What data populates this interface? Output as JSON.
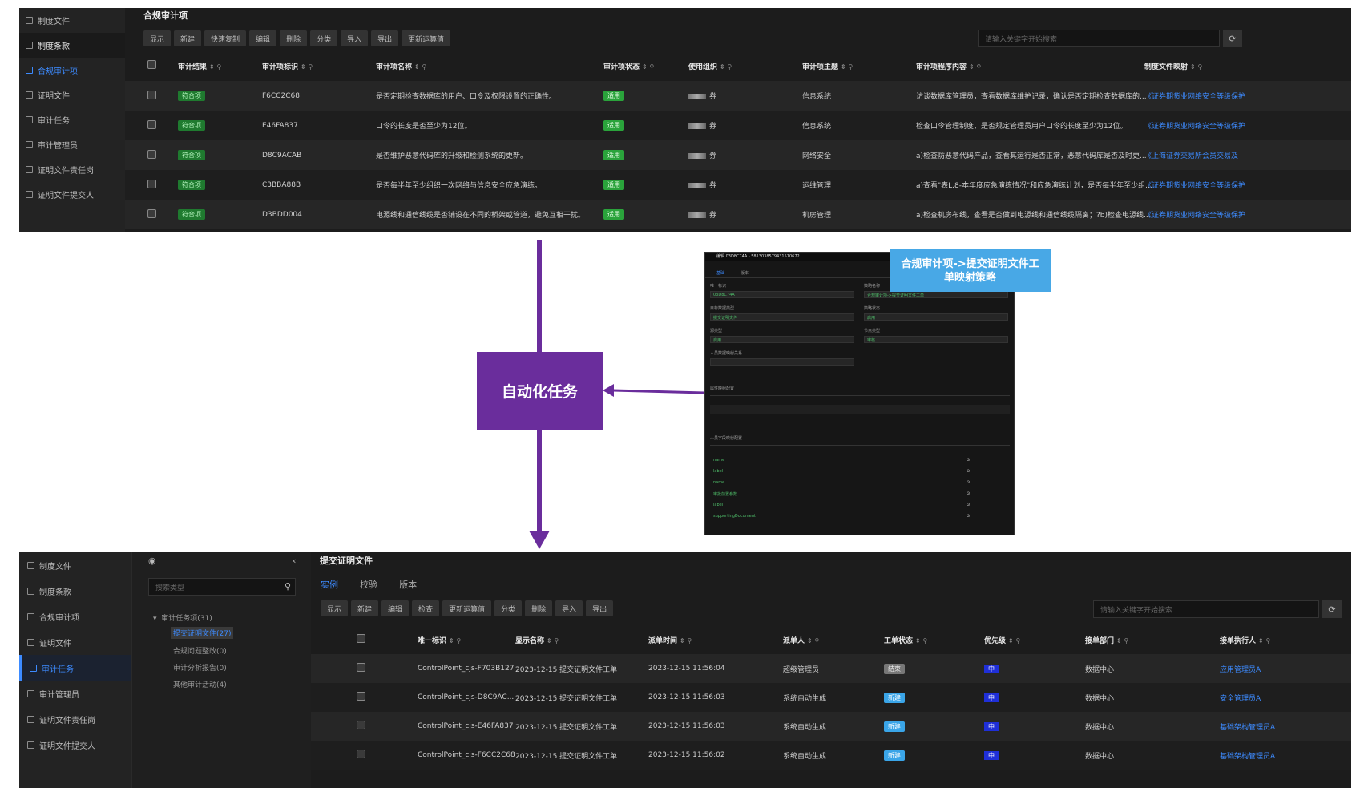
{
  "top": {
    "sidebar": [
      "制度文件",
      "制度条款",
      "合规审计项",
      "证明文件",
      "审计任务",
      "审计管理员",
      "证明文件责任岗",
      "证明文件提交人"
    ],
    "title": "合规审计项",
    "toolbar": [
      "显示",
      "新建",
      "快速复制",
      "编辑",
      "删除",
      "分类",
      "导入",
      "导出",
      "更新运算值"
    ],
    "search_placeholder": "请输入关键字开始搜索",
    "columns": [
      "审计结果",
      "审计项标识",
      "审计项名称",
      "审计项状态",
      "使用组织",
      "审计项主题",
      "审计项程序内容",
      "制度文件映射"
    ],
    "rows": [
      {
        "result": "符合项",
        "id": "F6CC2C68",
        "name": "是否定期检查数据库的用户、口令及权限设置的正确性。",
        "status": "适用",
        "org": "券",
        "topic": "信息系统",
        "content": "访谈数据库管理员，查看数据库维护记录，确认是否定期检查数据库的...",
        "mapping": "《证券期货业网络安全等级保护"
      },
      {
        "result": "符合项",
        "id": "E46FA837",
        "name": "口令的长度是否至少为12位。",
        "status": "适用",
        "org": "券",
        "topic": "信息系统",
        "content": "检查口令管理制度，是否规定管理员用户口令的长度至少为12位。",
        "mapping": "《证券期货业网络安全等级保护"
      },
      {
        "result": "符合项",
        "id": "D8C9ACAB",
        "name": "是否维护恶意代码库的升级和检测系统的更新。",
        "status": "适用",
        "org": "券",
        "topic": "网络安全",
        "content": "a)检查防恶意代码产品，查看其运行是否正常，恶意代码库是否及时更...",
        "mapping": "《上海证券交易所会员交易及"
      },
      {
        "result": "符合项",
        "id": "C3BBA88B",
        "name": "是否每半年至少组织一次网络与信息安全应急演练。",
        "status": "适用",
        "org": "券",
        "topic": "运维管理",
        "content": "a)查看\"表L.8-本年度应急演练情况\"和应急演练计划，是否每半年至少组...",
        "mapping": "《证券期货业网络安全等级保护"
      },
      {
        "result": "符合项",
        "id": "D3BDD004",
        "name": "电源线和通信线缆是否铺设在不同的桥架或管道，避免互相干扰。",
        "status": "适用",
        "org": "券",
        "topic": "机房管理",
        "content": "a)检查机房布线，查看是否做到电源线和通信线缆隔离；?b)检查电源线...",
        "mapping": "《证券期货业网络安全等级保护"
      }
    ]
  },
  "middle": {
    "auto_task": "自动化任务",
    "callout": "合规审计项->提交证明文件工单映射策略",
    "mini_title": "编辑 03D8C74A - 5813038579431510672",
    "mini_tabs": [
      "基础",
      "版本"
    ],
    "mini_fields": [
      "唯一标识",
      "策略名称",
      "目标数据类型",
      "策略状态",
      "源类型",
      "节点类型",
      "人员数据映射关系"
    ],
    "mini_values": [
      "03D8C74A",
      "合规审计项->提交证明文件工单",
      "提交证明文件",
      "启用",
      "启用",
      "审核"
    ],
    "mini_section1": "属性映射配置",
    "mini_section2": "人员字段映射配置",
    "mini_rows": [
      "name",
      "label",
      "name",
      "审批前置参数",
      "label",
      "supportingDocument"
    ]
  },
  "bottom": {
    "sidebar": [
      "制度文件",
      "制度条款",
      "合规审计项",
      "证明文件",
      "审计任务",
      "审计管理员",
      "证明文件责任岗",
      "证明文件提交人"
    ],
    "tree_search": "搜索类型",
    "tree_root": "审计任务项(31)",
    "tree_items": [
      "提交证明文件(27)",
      "合规问题整改(0)",
      "审计分析报告(0)",
      "其他审计活动(4)"
    ],
    "title": "提交证明文件",
    "tabs": [
      "实例",
      "校验",
      "版本"
    ],
    "toolbar": [
      "显示",
      "新建",
      "编辑",
      "检查",
      "更新运算值",
      "分类",
      "删除",
      "导入",
      "导出"
    ],
    "search_placeholder": "请输入关键字开始搜索",
    "columns": [
      "唯一标识",
      "显示名称",
      "派单时间",
      "派单人",
      "工单状态",
      "优先级",
      "接单部门",
      "接单执行人"
    ],
    "rows": [
      {
        "id": "ControlPoint_cjs-F703B127",
        "name": "2023-12-15 提交证明文件工单",
        "time": "2023-12-15 11:56:04",
        "by": "超级管理员",
        "status": "结束",
        "priority": "中",
        "dept": "数据中心",
        "assignee": "应用管理员A"
      },
      {
        "id": "ControlPoint_cjs-D8C9AC...",
        "name": "2023-12-15 提交证明文件工单",
        "time": "2023-12-15 11:56:03",
        "by": "系统自动生成",
        "status": "新建",
        "priority": "中",
        "dept": "数据中心",
        "assignee": "安全管理员A"
      },
      {
        "id": "ControlPoint_cjs-E46FA837",
        "name": "2023-12-15 提交证明文件工单",
        "time": "2023-12-15 11:56:03",
        "by": "系统自动生成",
        "status": "新建",
        "priority": "中",
        "dept": "数据中心",
        "assignee": "基础架构管理员A"
      },
      {
        "id": "ControlPoint_cjs-F6CC2C68",
        "name": "2023-12-15 提交证明文件工单",
        "time": "2023-12-15 11:56:02",
        "by": "系统自动生成",
        "status": "新建",
        "priority": "中",
        "dept": "数据中心",
        "assignee": "基础架构管理员A"
      }
    ]
  },
  "colors": {
    "purple": "#6a2d9c",
    "callout": "#48a8e6",
    "link": "#3d8bff",
    "green": "#1f7a2f"
  }
}
